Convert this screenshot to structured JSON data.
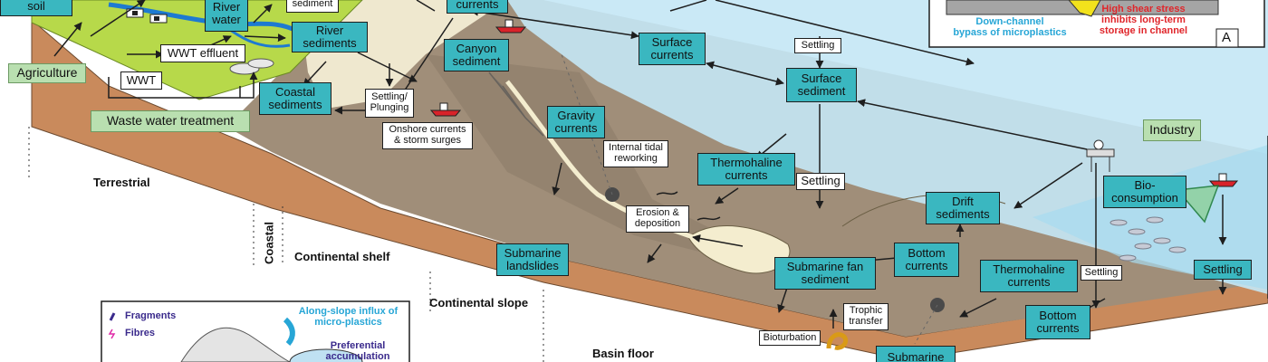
{
  "labels": {
    "soil": "soil",
    "river_water": "River\nwater",
    "sediment_top": "sediment",
    "currents_top": "currents",
    "river_sediments": "River\nsediments",
    "wwt_effluent": "WWT effluent",
    "agriculture": "Agriculture",
    "wwt": "WWT",
    "waste_water_treatment": "Waste water treatment",
    "coastal_sediments": "Coastal\nsediments",
    "canyon_sediment": "Canyon\nsediment",
    "settling_plunging": "Settling/\nPlunging",
    "onshore_currents": "Onshore currents\n& storm surges",
    "gravity_currents": "Gravity\ncurrents",
    "internal_tidal": "Internal tidal\nreworking",
    "surface_currents": "Surface\ncurrents",
    "settling_1": "Settling",
    "surface_sediment": "Surface\nsediment",
    "thermohaline_1": "Thermohaline\ncurrents",
    "settling_2": "Settling",
    "erosion_deposition": "Erosion &\ndeposition",
    "drift_sediments": "Drift\nsediments",
    "industry": "Industry",
    "bio_consumption": "Bio-\nconsumption",
    "submarine_landslides": "Submarine\nlandslides",
    "submarine_fan_sediment": "Submarine fan\nsediment",
    "bottom_currents_1": "Bottom\ncurrents",
    "thermohaline_2": "Thermohaline\ncurrents",
    "settling_3": "Settling",
    "settling_4": "Settling",
    "bottom_currents_2": "Bottom\ncurrents",
    "trophic_transfer": "Trophic\ntransfer",
    "bioturbation": "Bioturbation",
    "submarine_bottom": "Submarine"
  },
  "zones": {
    "terrestrial": "Terrestrial",
    "coastal": "Coastal",
    "continental_shelf": "Continental shelf",
    "continental_slope": "Continental slope",
    "basin_floor": "Basin floor"
  },
  "inset_a": {
    "down_channel": "Down-channel\nbypass of microplastics",
    "high_shear": "High shear stress\ninhibits long-term\nstorage in channel",
    "panel_letter": "A"
  },
  "inset_b": {
    "fragments": "Fragments",
    "fibres": "Fibres",
    "along_slope": "Along-slope influx of\nmicro-plastics",
    "preferential": "Preferential\naccumulation"
  },
  "colors": {
    "teal_box": "#3ab7c0",
    "green_box": "#b9dfb0",
    "sea": "#bfe6f5",
    "seafloor": "#9c8c78",
    "crust": "#c98a5c",
    "land": "#b7d94a",
    "inset_blue": "#27a6d6",
    "inset_red": "#e0262b",
    "inset_purple": "#3a2a8c"
  }
}
